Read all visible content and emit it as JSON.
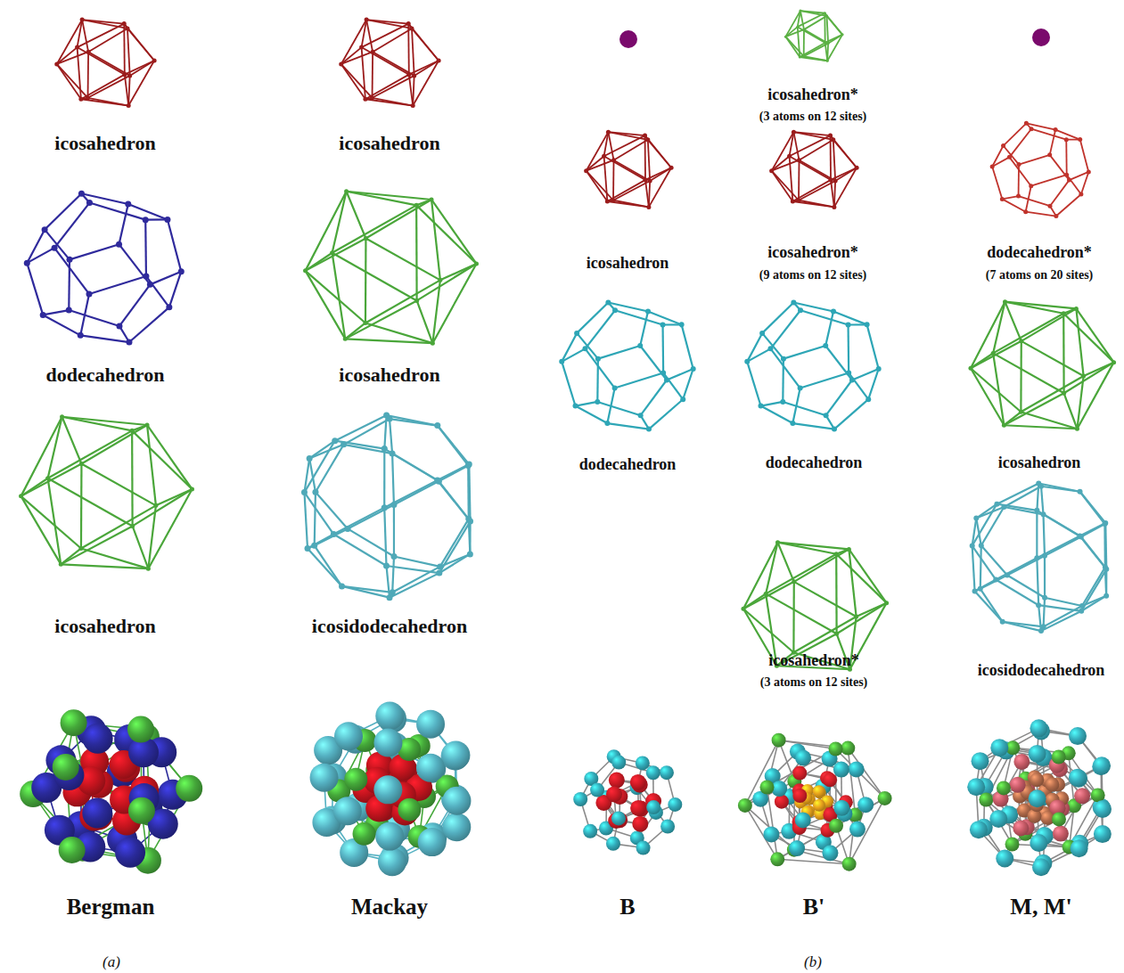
{
  "diagram": {
    "labels": [
      "icosahedron",
      "dodecahedron",
      "icosahedron",
      "Bergman",
      "icosahedron",
      "icosahedron",
      "icosidodecahedron",
      "Mackay",
      "icosahedron",
      "dodecahedron",
      "B",
      "icosahedron*",
      "(3 atoms on 12 sites)",
      "icosahedron*",
      "(9 atoms on 12 sites)",
      "dodecahedron",
      "icosahedron*",
      "(3 atoms on 12 sites)",
      "B'",
      "dodecahedron*",
      "(7 atoms on 20 sites)",
      "icosahedron",
      "icosidodecahedron",
      "M, M'",
      "(a)",
      "(b)"
    ]
  }
}
